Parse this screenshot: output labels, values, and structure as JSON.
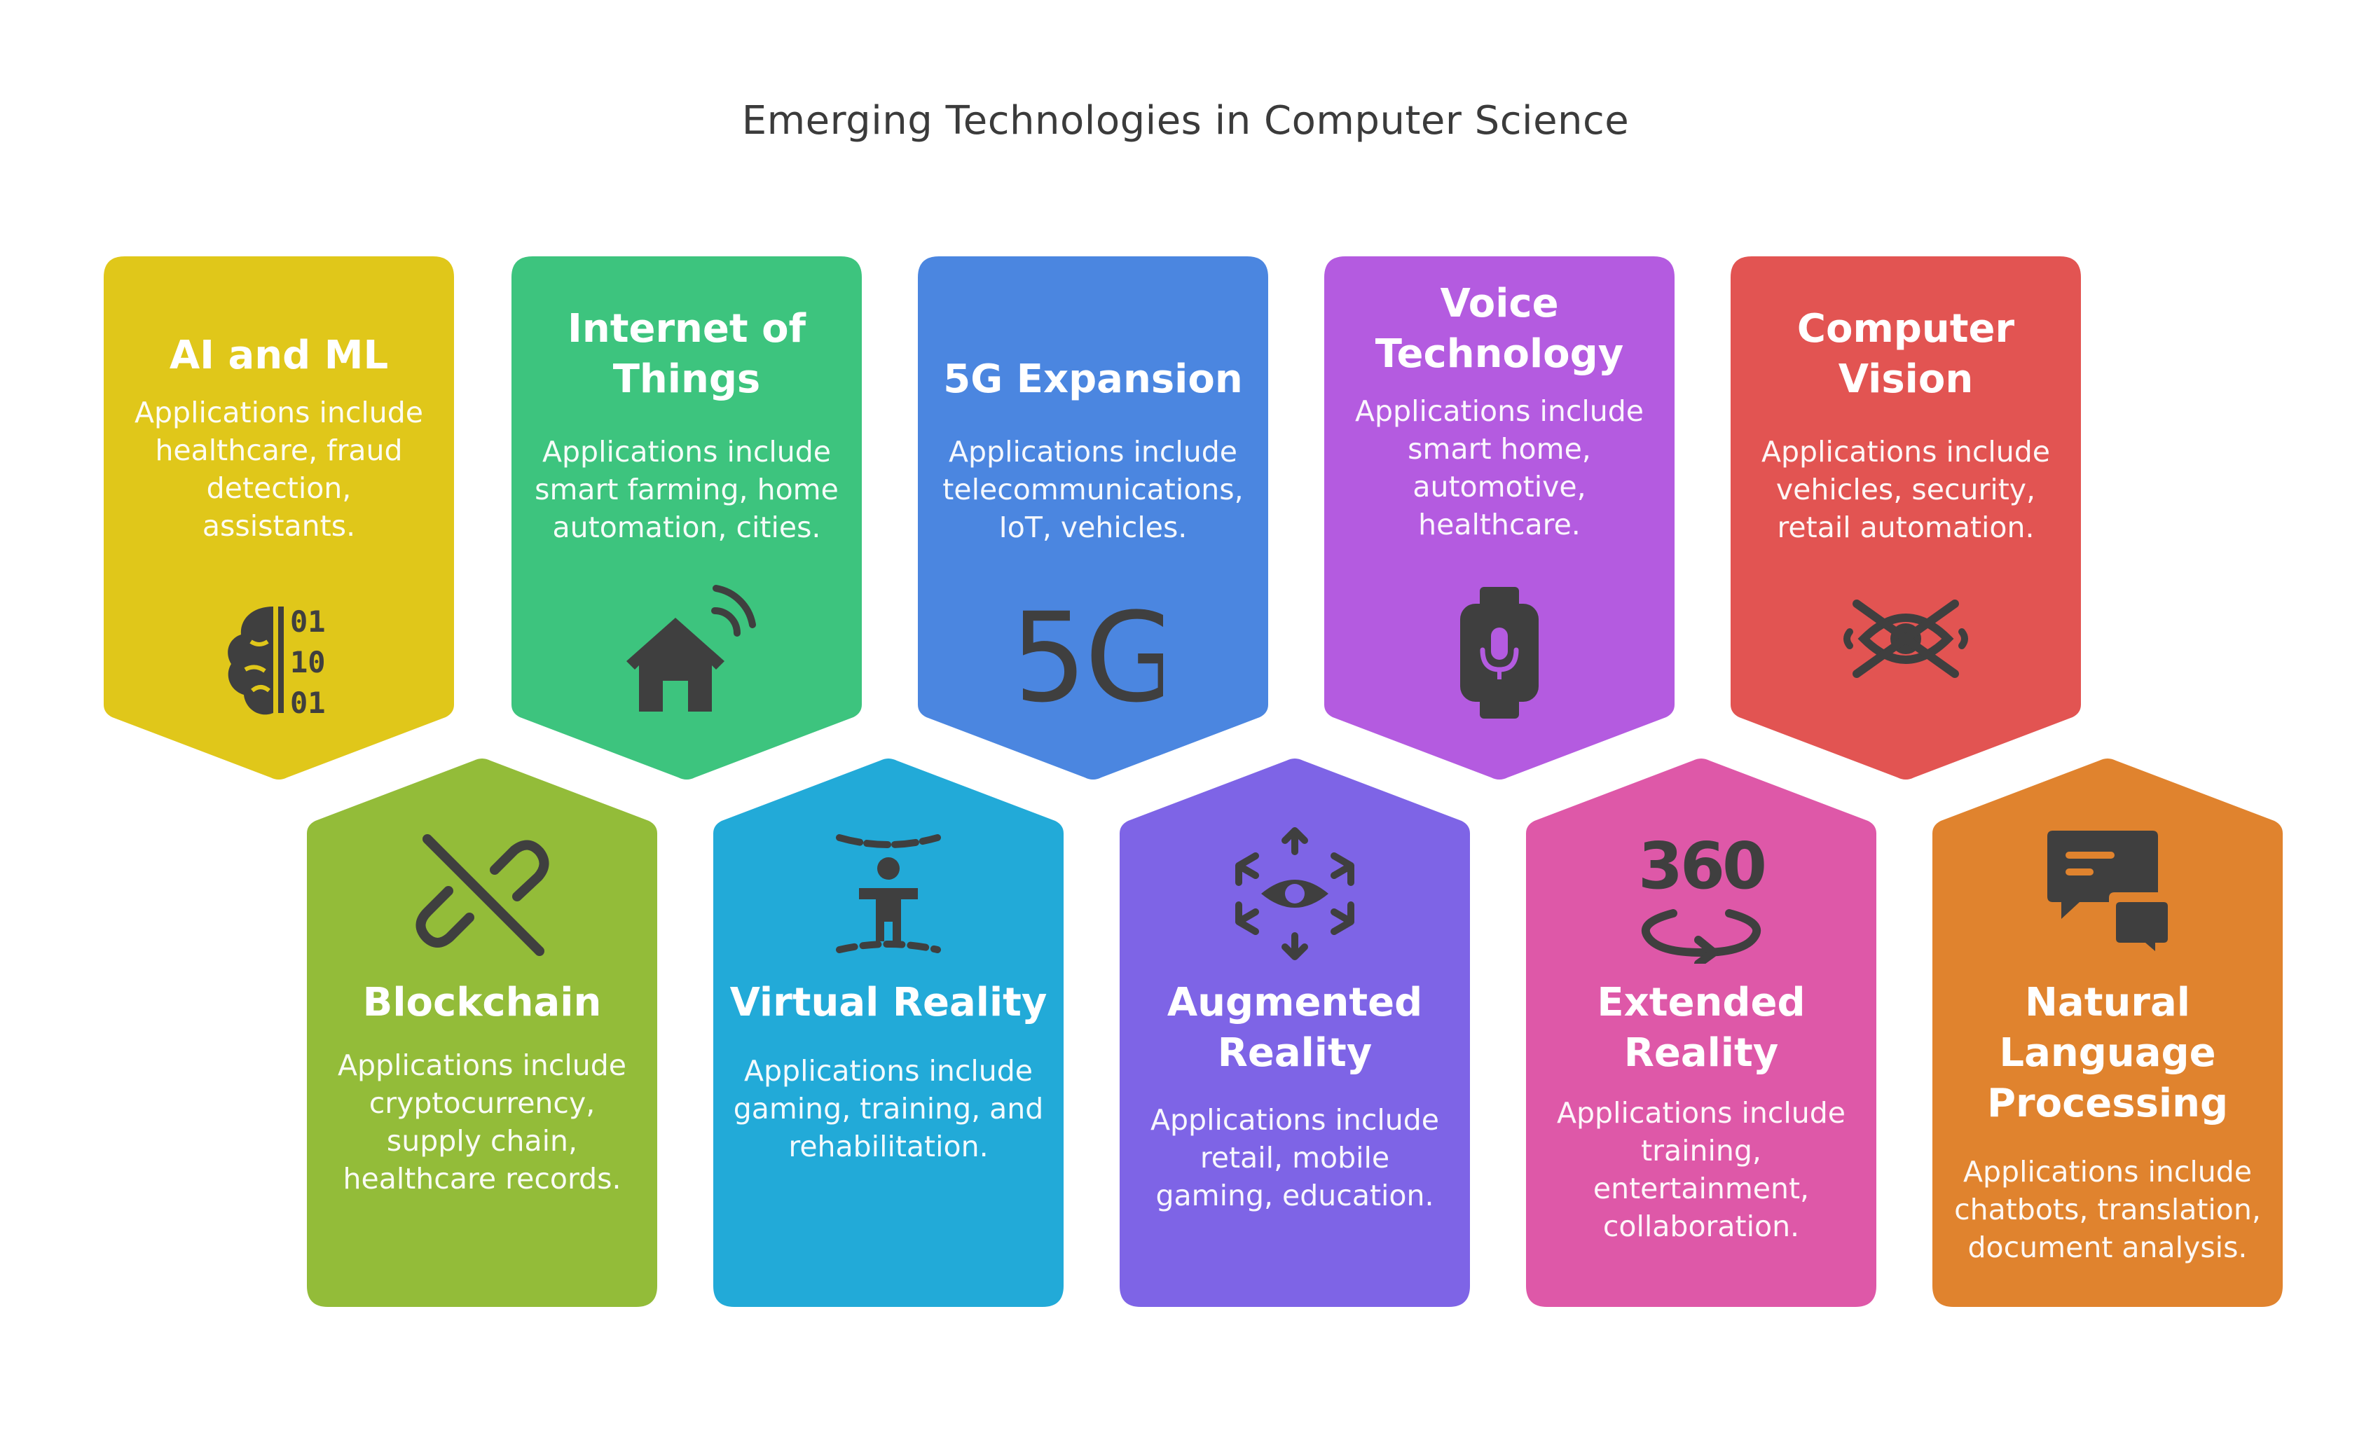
{
  "title": "Emerging Technologies in Computer Science",
  "colors": {
    "ai_ml": "#E0C71A",
    "iot": "#3DC47E",
    "five_g": "#4B86E0",
    "voice": "#B45BE0",
    "cv": "#E25452",
    "blockchain": "#93BC39",
    "vr": "#22AAD8",
    "ar": "#7E64E6",
    "xr": "#DE58A8",
    "nlp": "#E0832E",
    "icon": "#3f3f3f"
  },
  "top_cards": [
    {
      "title_lines": [
        "AI and ML"
      ],
      "desc_lines": [
        "Applications include",
        "healthcare, fraud",
        "detection,",
        "assistants."
      ],
      "icon": "brain-binary-icon"
    },
    {
      "title_lines": [
        "Internet of",
        "Things"
      ],
      "desc_lines": [
        "Applications include",
        "smart farming, home",
        "automation, cities."
      ],
      "icon": "smart-home-icon"
    },
    {
      "title_lines": [
        "5G Expansion"
      ],
      "desc_lines": [
        "Applications include",
        "telecommunications,",
        "IoT, vehicles."
      ],
      "icon": "5g-icon",
      "icon_text": "5G"
    },
    {
      "title_lines": [
        "Voice",
        "Technology"
      ],
      "desc_lines": [
        "Applications include",
        "smart home,",
        "automotive,",
        "healthcare."
      ],
      "icon": "smartwatch-mic-icon"
    },
    {
      "title_lines": [
        "Computer",
        "Vision"
      ],
      "desc_lines": [
        "Applications include",
        "vehicles, security,",
        "retail automation."
      ],
      "icon": "vision-eye-icon"
    }
  ],
  "bottom_cards": [
    {
      "title_lines": [
        "Blockchain"
      ],
      "desc_lines": [
        "Applications include",
        "cryptocurrency,",
        "supply chain,",
        "healthcare records."
      ],
      "icon": "broken-link-icon"
    },
    {
      "title_lines": [
        "Virtual Reality"
      ],
      "desc_lines": [
        "Applications include",
        "gaming, training, and",
        "rehabilitation."
      ],
      "icon": "vr-person-icon"
    },
    {
      "title_lines": [
        "Augmented",
        "Reality"
      ],
      "desc_lines": [
        "Applications include",
        "retail, mobile",
        "gaming, education."
      ],
      "icon": "ar-eye-icon"
    },
    {
      "title_lines": [
        "Extended",
        "Reality"
      ],
      "desc_lines": [
        "Applications include",
        "training,",
        "entertainment,",
        "collaboration."
      ],
      "icon": "360-icon",
      "icon_text": "360"
    },
    {
      "title_lines": [
        "Natural",
        "Language",
        "Processing"
      ],
      "desc_lines": [
        "Applications include",
        "chatbots, translation,",
        "document analysis."
      ],
      "icon": "chat-bubbles-icon"
    }
  ]
}
